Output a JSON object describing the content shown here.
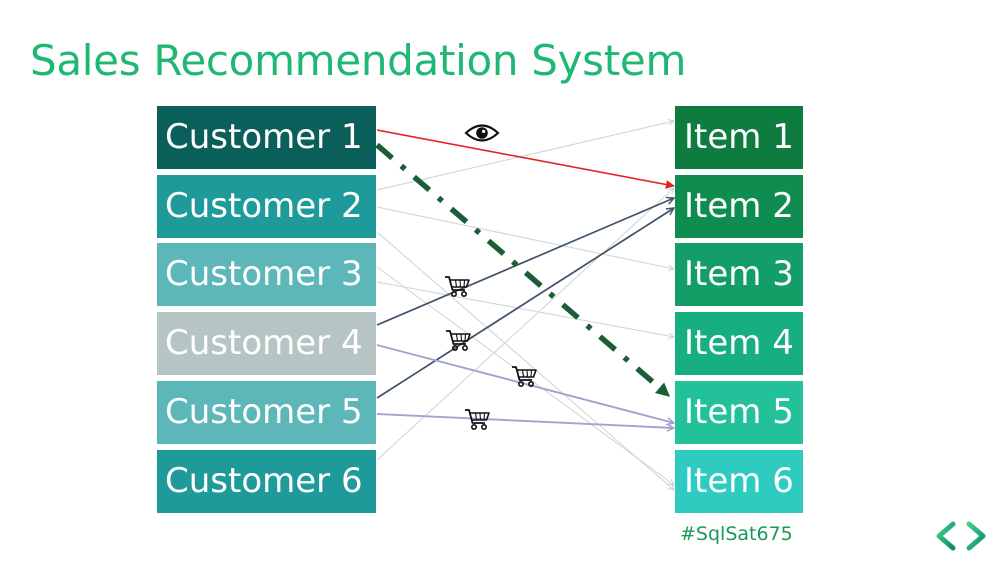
{
  "title": "Sales Recommendation System",
  "customers": [
    "Customer 1",
    "Customer 2",
    "Customer 3",
    "Customer 4",
    "Customer 5",
    "Customer 6"
  ],
  "items": [
    "Item 1",
    "Item 2",
    "Item 3",
    "Item 4",
    "Item 5",
    "Item 6"
  ],
  "hashtag": "#SqlSat675",
  "colors": {
    "title": "#1fb872",
    "customers": [
      "#0b5f5a",
      "#1f9a9a",
      "#5db6b8",
      "#b6c5c4",
      "#5db6b8",
      "#1f9a9a"
    ],
    "items": [
      "#0e7b3f",
      "#0f8c50",
      "#129e66",
      "#17af7f",
      "#22c19a",
      "#2ecbc1"
    ],
    "view_arrow": "#e02424",
    "purchase_arrow_dark": "#3f536b",
    "purchase_arrow_light": "#a79fcf",
    "recommendation_arrow": "#1a5e34",
    "faint_arrow": "#d4d4d4"
  },
  "icons": {
    "view": "eye-icon",
    "purchase": "shopping-cart-icon",
    "logo": "chevron-brackets-logo"
  }
}
